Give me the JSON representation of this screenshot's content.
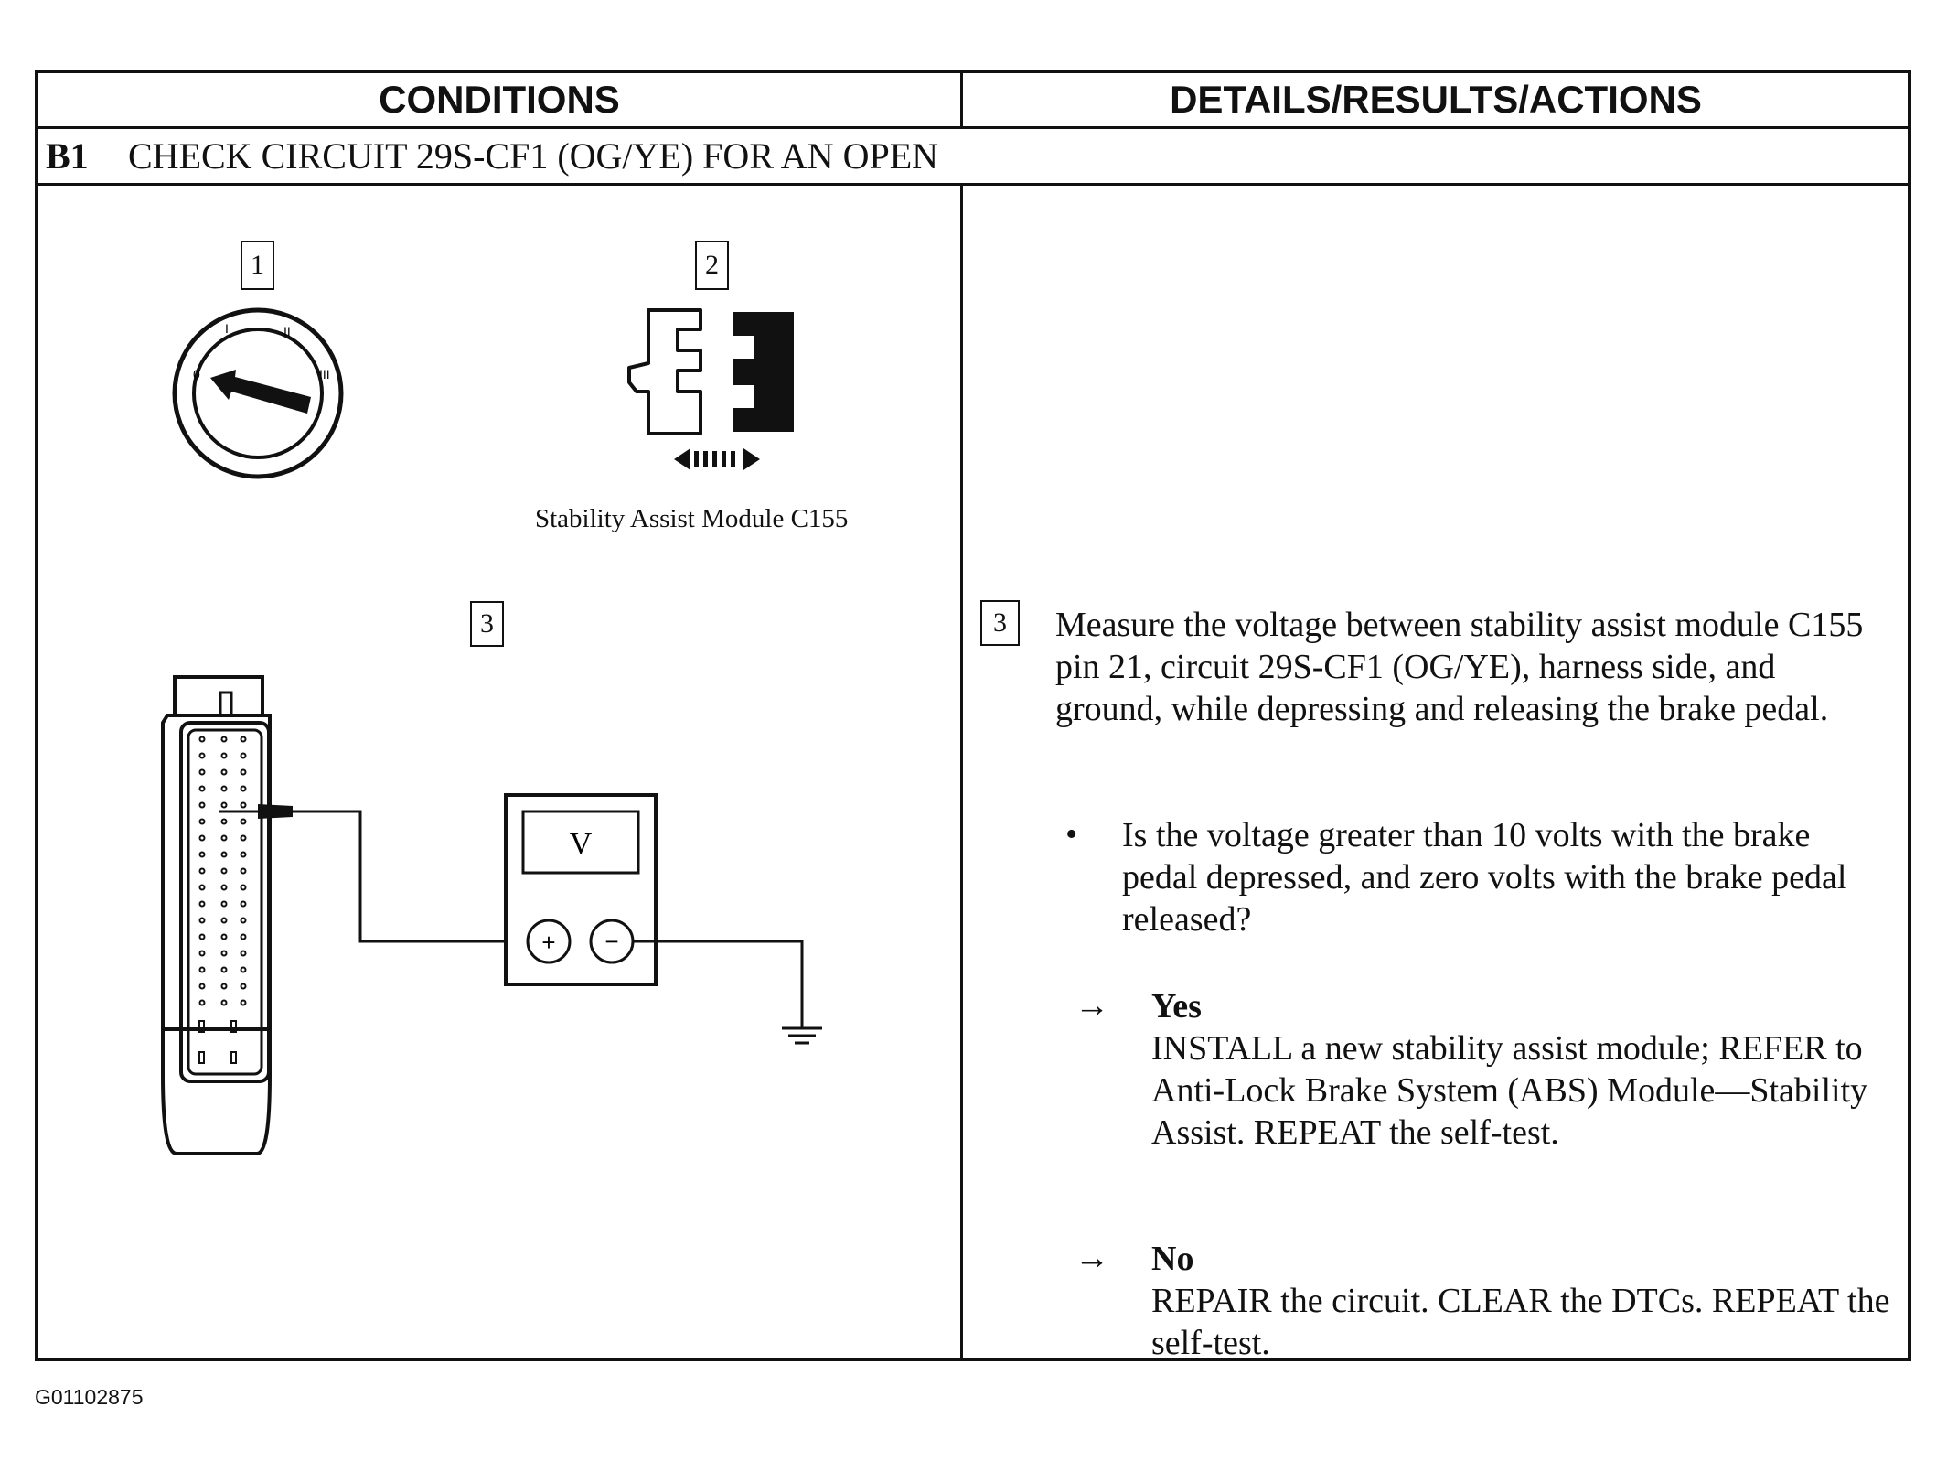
{
  "header": {
    "conditions_label": "CONDITIONS",
    "details_label": "DETAILS/RESULTS/ACTIONS"
  },
  "step": {
    "id": "B1",
    "title": "CHECK CIRCUIT 29S-CF1 (OG/YE) FOR AN OPEN"
  },
  "conditions": {
    "callout_1": "1",
    "callout_2": "2",
    "callout_3": "3",
    "connector_caption": "Stability Assist Module C155",
    "ignition_positions": [
      "0",
      "I",
      "II",
      "III"
    ],
    "meter_display": "V",
    "meter_plus": "+",
    "meter_minus": "−",
    "icons": [
      "ignition-switch-icon",
      "connector-disconnect-icon",
      "module-connector-icon",
      "voltmeter-icon",
      "ground-icon"
    ]
  },
  "details": {
    "callout": "3",
    "instruction": "Measure the voltage between stability assist module C155 pin 21, circuit 29S-CF1 (OG/YE), harness side, and ground, while depressing and releasing the brake pedal.",
    "bullet": "•",
    "question": "Is the voltage greater than 10 volts with the brake pedal depressed, and zero volts with the brake pedal released?",
    "arrow": "→",
    "yes_label": "Yes",
    "yes_action": "INSTALL a new stability assist module; REFER to Anti-Lock Brake System (ABS) Module—Stability Assist. REPEAT the self-test.",
    "no_label": "No",
    "no_action": "REPAIR the circuit. CLEAR the DTCs. REPEAT the self-test."
  },
  "footer": {
    "figure_id": "G01102875"
  }
}
